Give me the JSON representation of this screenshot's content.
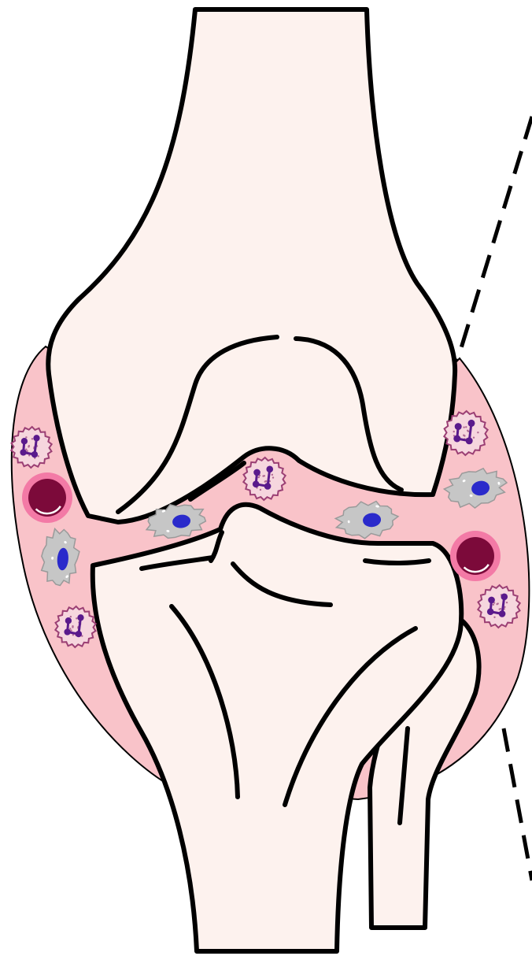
{
  "diagram": {
    "subject": "",
    "colors": {
      "bone_fill": "#fdf2ee",
      "outline": "#000000",
      "synovium_fill": "#f9c3c9",
      "neutrophil_fill": "#f6d6de",
      "neutrophil_outline": "#9b3f74",
      "neutrophil_nucleus": "#5a1a8c",
      "macrophage_fill": "#c6c6c6",
      "macrophage_nucleus": "#2a2acb",
      "red_cell_fill": "#7c0a3a",
      "red_cell_halo": "#f37aa6"
    },
    "elements": {
      "femur": "femur",
      "tibia": "tibia",
      "fibula": "fibula",
      "synovial_capsule": "synovial-capsule",
      "zoom_line": "dashed-zoom-line"
    },
    "cell_types": [
      "neutrophil",
      "macrophage",
      "red-blood-cell"
    ],
    "cell_counts": {
      "neutrophil": 5,
      "macrophage": 4,
      "red_blood_cell": 2
    }
  }
}
